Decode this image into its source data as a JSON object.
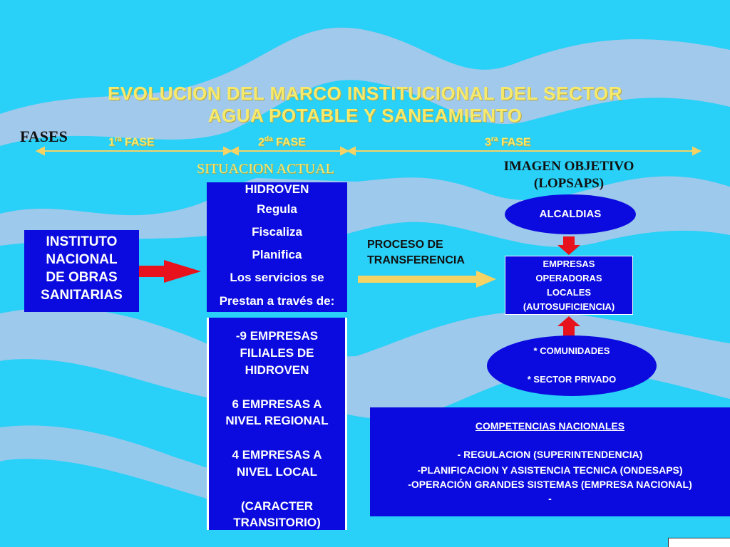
{
  "title": {
    "line1": "EVOLUCION DEL MARCO INSTITUCIONAL DEL SECTOR",
    "line2": "AGUA POTABLE Y SANEAMIENTO"
  },
  "fases_label": "FASES",
  "phases": [
    {
      "num": "1",
      "sup": "ra",
      "text": "FASE"
    },
    {
      "num": "2",
      "sup": "da",
      "text": "FASE"
    },
    {
      "num": "3",
      "sup": "ra",
      "text": "FASE"
    }
  ],
  "situacion_actual": "SITUACION ACTUAL",
  "imagen_objetivo": {
    "line1": "IMAGEN OBJETIVO",
    "line2": "(LOPSAPS)"
  },
  "inos": [
    "INSTITUTO",
    "NACIONAL",
    "DE OBRAS",
    "SANITARIAS"
  ],
  "hidroven_top": [
    "HIDROVEN",
    "Regula",
    "Fiscaliza",
    "Planifica",
    "Los servicios se",
    "Prestan a través de:"
  ],
  "hidroven_bottom": [
    "-9 EMPRESAS",
    "FILIALES DE",
    "HIDROVEN",
    "6 EMPRESAS A",
    "NIVEL REGIONAL",
    "4 EMPRESAS A",
    "NIVEL LOCAL",
    "(CARACTER",
    "TRANSITORIO)"
  ],
  "proceso": {
    "line1": "PROCESO DE",
    "line2": "TRANSFERENCIA"
  },
  "alcaldias": "ALCALDIAS",
  "empresas_operadoras": [
    "EMPRESAS",
    "OPERADORAS",
    "LOCALES",
    "(AUTOSUFICIENCIA)"
  ],
  "comunidades": [
    "* COMUNIDADES",
    "* SECTOR PRIVADO"
  ],
  "competencias": {
    "header": "COMPETENCIAS NACIONALES",
    "items": [
      "- REGULACION (SUPERINTENDENCIA)",
      "-PLANIFICACION Y ASISTENCIA  TECNICA (ONDESAPS)",
      "-OPERACIÓN GRANDES SISTEMAS (EMPRESA NACIONAL)",
      "-"
    ]
  },
  "colors": {
    "background": "#29d0f7",
    "box_blue": "#0b0bdf",
    "title_yellow": "#f6ea6c",
    "arrow_red": "#e8121c",
    "arrow_yellow": "#f4d264",
    "wave": "#a8c8ea"
  }
}
